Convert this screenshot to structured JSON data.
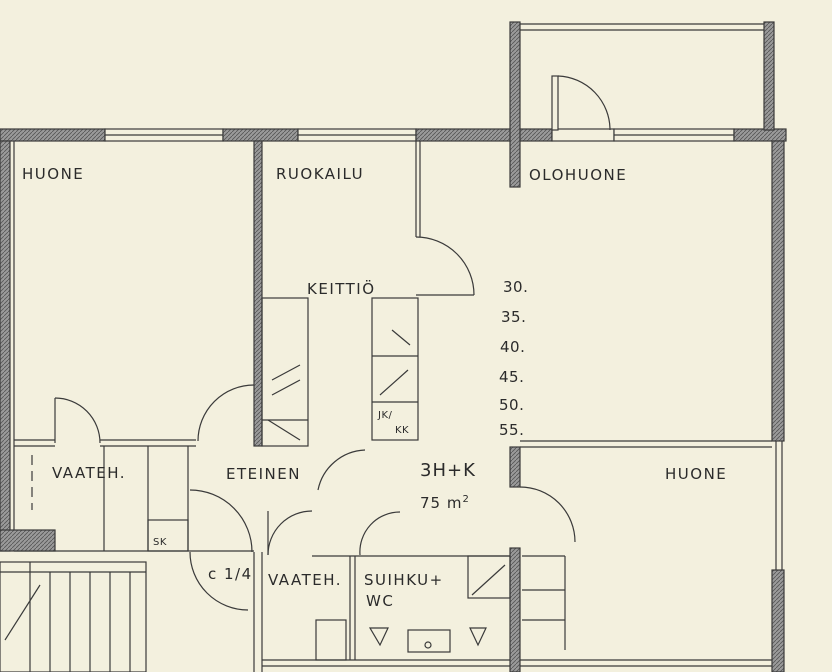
{
  "rooms": {
    "huone_left": "HUONE",
    "ruokailu": "RUOKAILU",
    "olohuone": "OLOHUONE",
    "keittio": "KEITTIÖ",
    "vaateh_left": "VAATEH.",
    "eteinen": "ETEINEN",
    "huone_right": "HUONE",
    "vaateh_bottom": "VAATEH.",
    "suihku_line1": "SUIHKU+",
    "suihku_line2": "WC",
    "sk": "SK",
    "jk": "JK/",
    "kk": "KK",
    "c14": "c 1/4"
  },
  "apartment": {
    "type": "3H+K",
    "area_value": "75 m",
    "area_sup": "2"
  },
  "unit_numbers": [
    "30.",
    "35.",
    "40.",
    "45.",
    "50.",
    "55."
  ],
  "colors": {
    "paper": "#f3f0de",
    "ink": "#3a3a3a",
    "wall_fill": "#8a8a8a"
  }
}
